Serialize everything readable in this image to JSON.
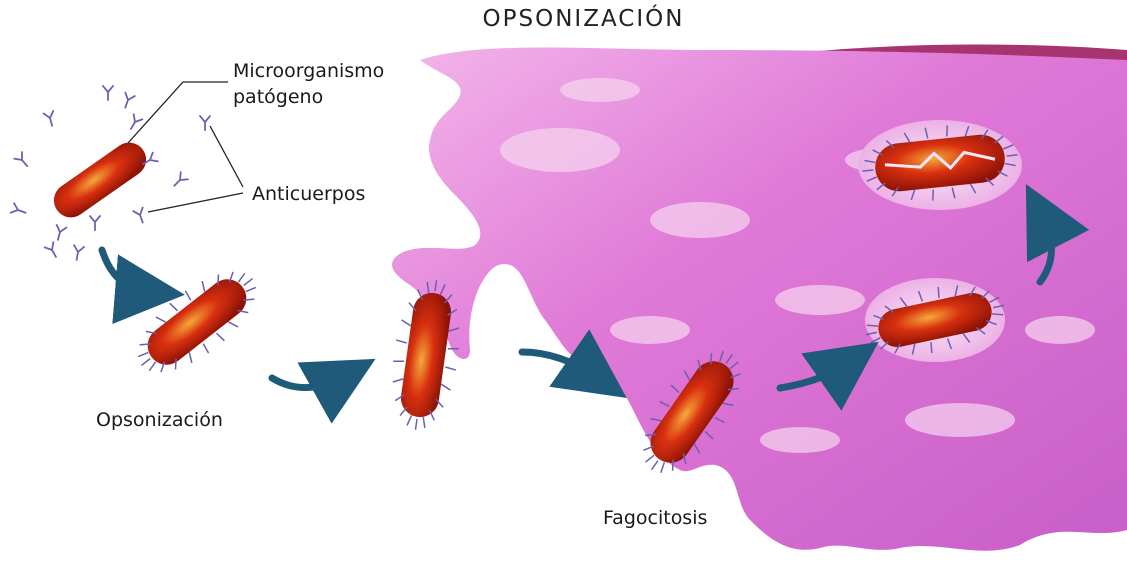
{
  "title": "OPSONIZACIÓN",
  "labels": {
    "microorganism_line1": "Microorganismo",
    "microorganism_line2": "patógeno",
    "antibodies": "Anticuerpos",
    "opsonization": "Opsonización",
    "phagocytosis": "Fagocitosis"
  },
  "colors": {
    "cell_membrane": "#e07ad8",
    "cell_highlight": "#f6d6ef",
    "nucleus": "#a8346f",
    "bacterium": "#c8200c",
    "bacterium_light": "#f28a30",
    "antibody": "#6b5fb0",
    "arrow": "#1f5a7a"
  },
  "icons": [
    "bacterium-icon",
    "antibody-icon",
    "curved-arrow-icon"
  ]
}
